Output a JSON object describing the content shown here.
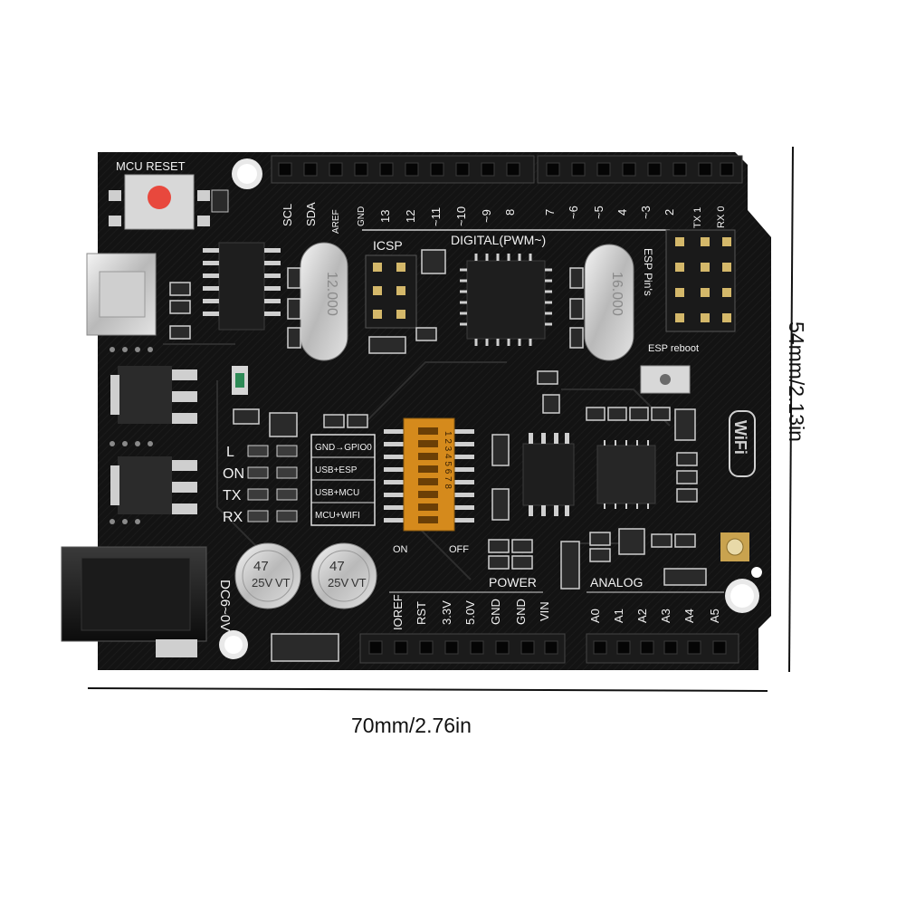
{
  "dimensions": {
    "width": "70mm/2.76in",
    "height": "54mm/2.13in"
  },
  "board": {
    "reset_label": "MCU RESET",
    "icsp_label": "ICSP",
    "digital_label": "DIGITAL(PWM~)",
    "esp_pins_label": "ESP Pin's",
    "esp_reboot_label": "ESP reboot",
    "power_label": "POWER",
    "analog_label": "ANALOG",
    "dc_label": "DC6~0V",
    "wifi_label": "WiFi",
    "crystal_left": "12.000",
    "crystal_right": "16.000",
    "cap_value": "47",
    "cap_voltage": "25V",
    "cap_type": "VT",
    "dip_on": "ON",
    "dip_off": "OFF",
    "dip_numbers": "1 2 3 4 5 6 7 8",
    "leds": [
      "L",
      "ON",
      "TX",
      "RX"
    ],
    "modes": [
      "GND→GPIO0",
      "USB+ESP",
      "USB+MCU",
      "MCU+WIFI"
    ],
    "top_pins": [
      "SCL",
      "SDA",
      "AREF",
      "GND",
      "13",
      "12",
      "~11",
      "~10",
      "~9",
      "8",
      "7",
      "~6",
      "~5",
      "4",
      "~3",
      "2",
      "TX 1",
      "RX 0"
    ],
    "bottom_pins": [
      "IOREF",
      "RST",
      "3.3V",
      "5.0V",
      "GND",
      "GND",
      "VIN"
    ],
    "analog_pins": [
      "A0",
      "A1",
      "A2",
      "A3",
      "A4",
      "A5"
    ]
  }
}
